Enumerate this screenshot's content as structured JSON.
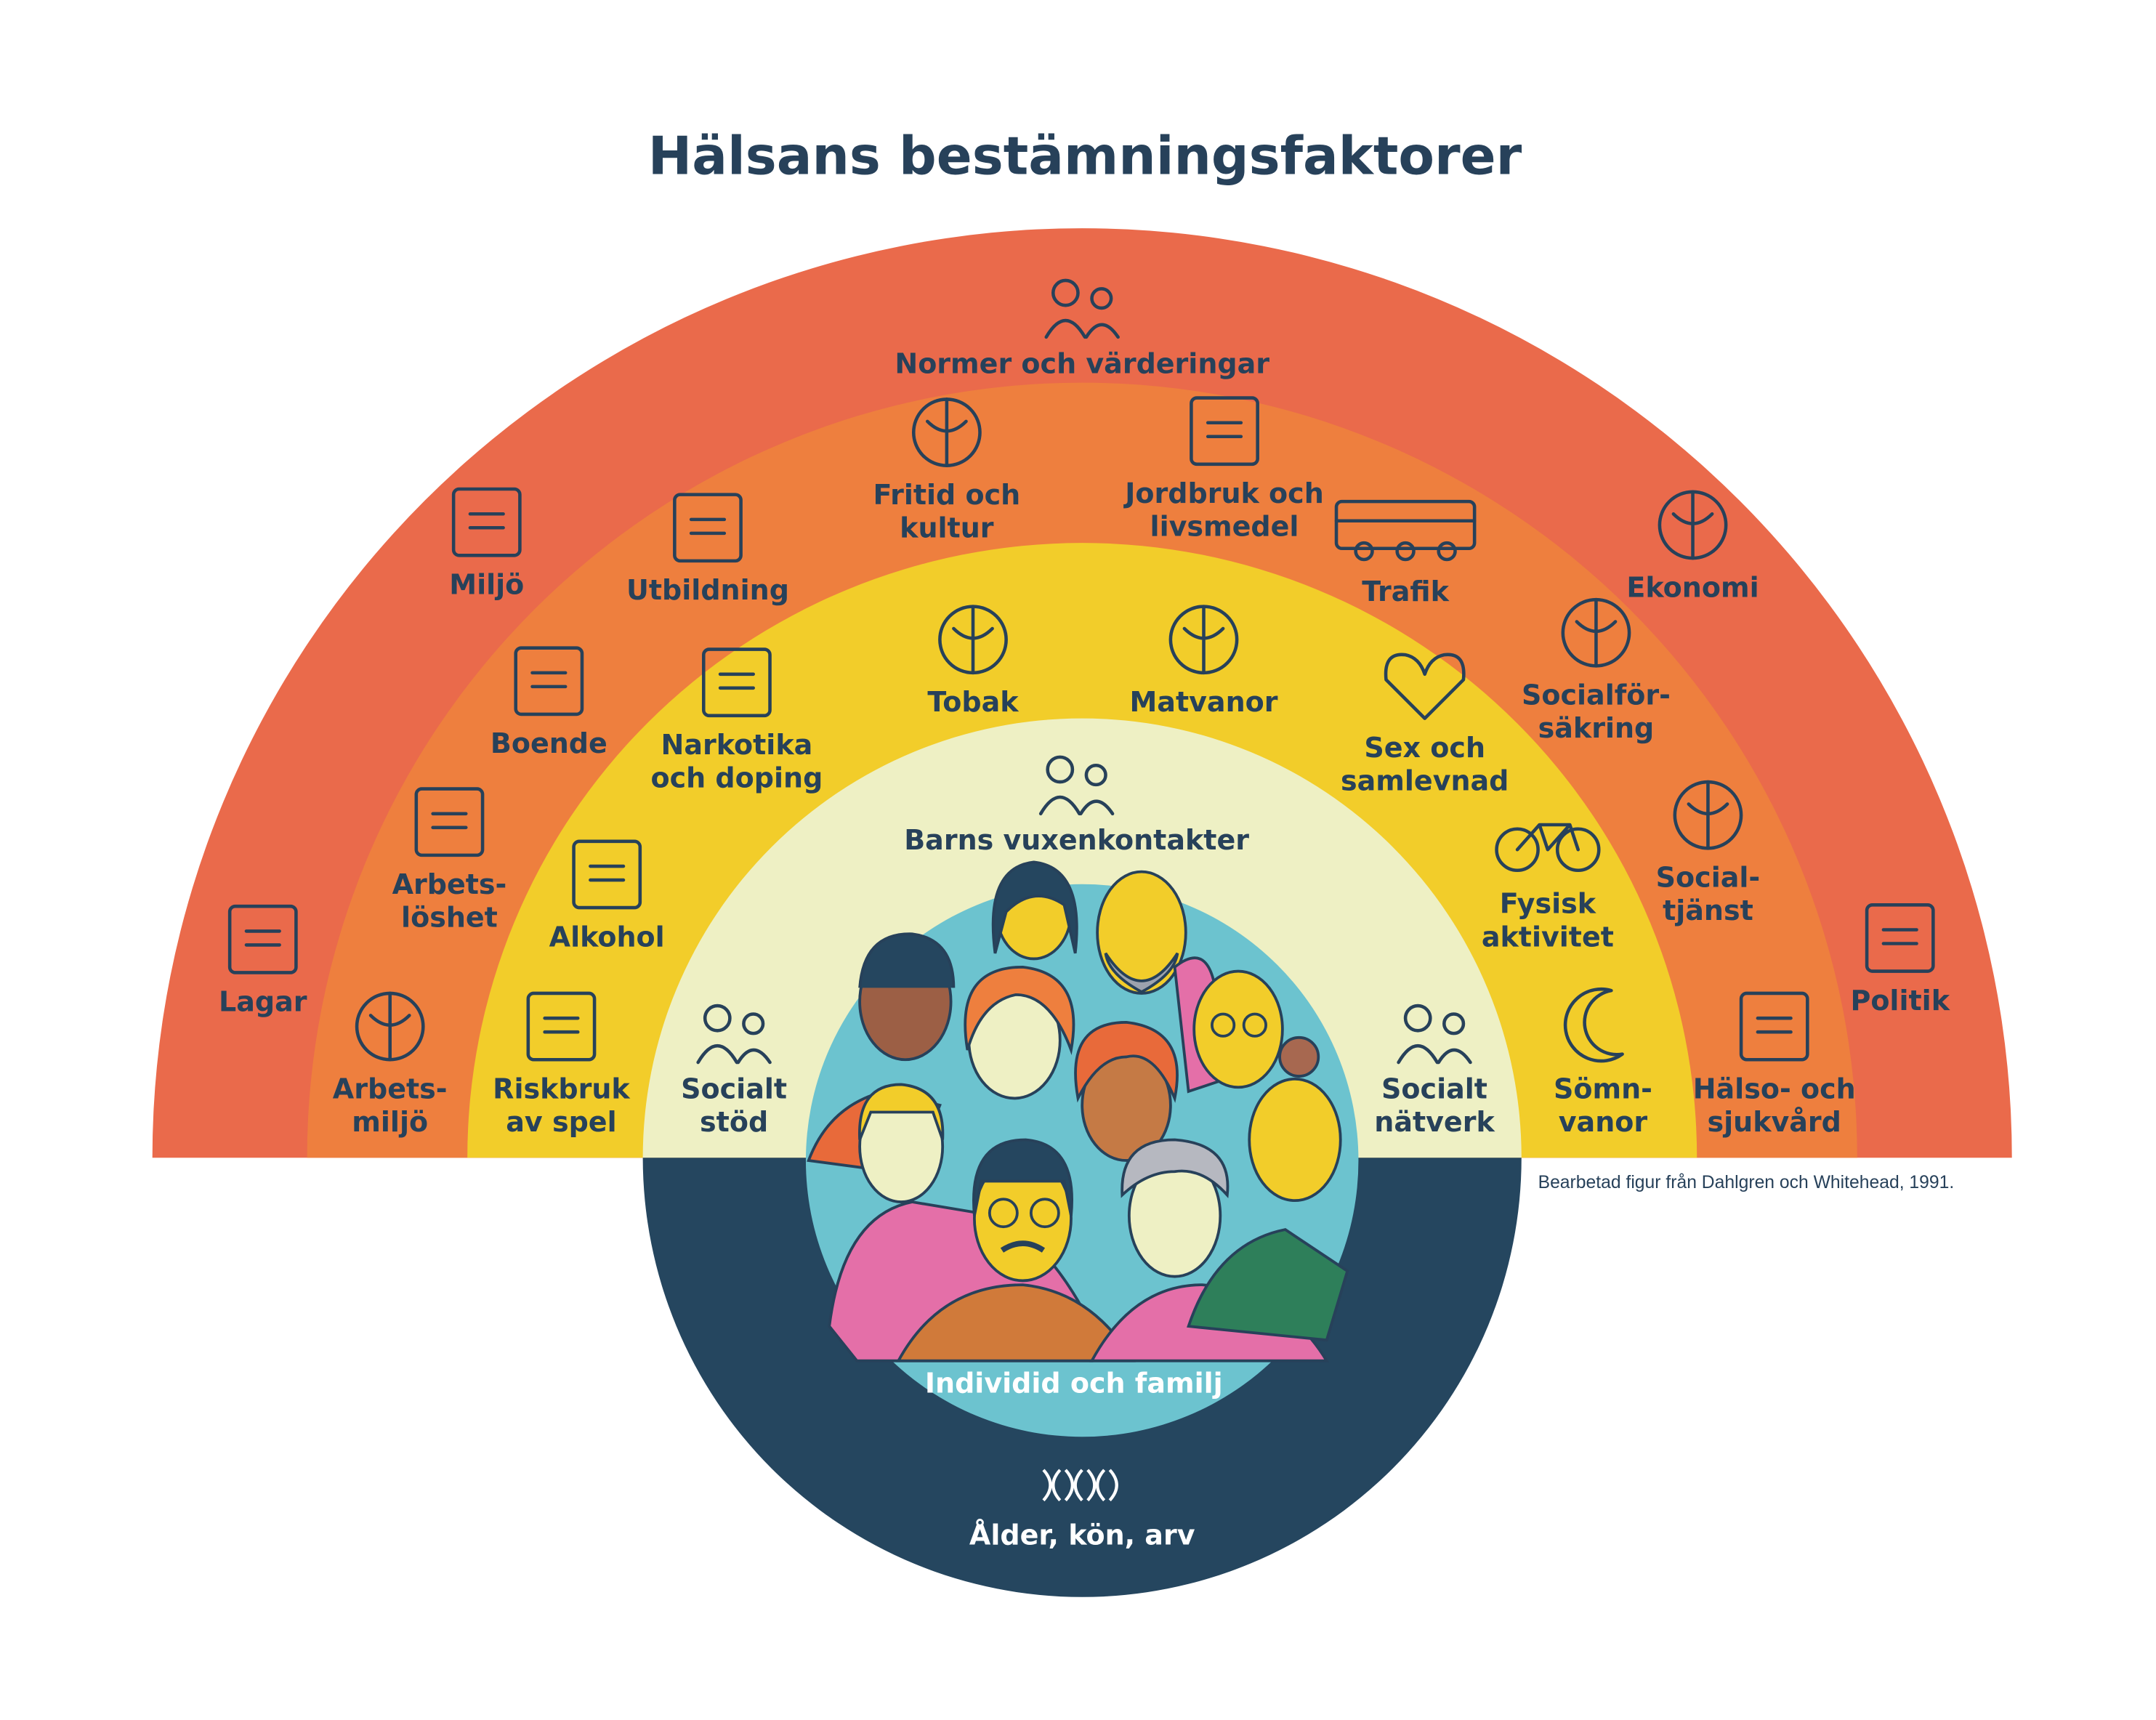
{
  "title": "Hälsans bestämningsfaktorer",
  "caption": "Bearbetad figur från Dahlgren och Whitehead, 1991.",
  "colors": {
    "outer_ring": "#EA6A4B",
    "middle_ring": "#EE7F3E",
    "inner_ring": "#F2CD2A",
    "core_ring": "#EEF0C4",
    "individual_circle": "#6CC3CF",
    "base": "#25465F",
    "text": "#27415A"
  },
  "rings": {
    "outer": [
      {
        "lines": [
          "Normer och värderingar"
        ],
        "icon": "heads-thinking-icon"
      },
      {
        "lines": [
          "Miljö"
        ],
        "icon": "leaves-icon"
      },
      {
        "lines": [
          "Ekonomi"
        ],
        "icon": "money-bag-icon"
      },
      {
        "lines": [
          "Lagar"
        ],
        "icon": "gavel-icon"
      },
      {
        "lines": [
          "Politik"
        ],
        "icon": "podium-icon"
      }
    ],
    "middle": [
      {
        "lines": [
          "Fritid och",
          "kultur"
        ],
        "icon": "yarn-ball-icon"
      },
      {
        "lines": [
          "Jordbruk och",
          "livsmedel"
        ],
        "icon": "wheat-icon"
      },
      {
        "lines": [
          "Utbildning"
        ],
        "icon": "book-pencil-icon"
      },
      {
        "lines": [
          "Trafik"
        ],
        "icon": "bus-icon"
      },
      {
        "lines": [
          "Boende"
        ],
        "icon": "houses-icon"
      },
      {
        "lines": [
          "Socialför-",
          "säkring"
        ],
        "icon": "umbrella-money-icon"
      },
      {
        "lines": [
          "Arbets-",
          "löshet"
        ],
        "icon": "cv-document-icon"
      },
      {
        "lines": [
          "Social-",
          "tjänst"
        ],
        "icon": "helm-house-icon"
      },
      {
        "lines": [
          "Arbets-",
          "miljö"
        ],
        "icon": "clock-house-icon"
      },
      {
        "lines": [
          "Hälso- och",
          "sjukvård"
        ],
        "icon": "stethoscope-icon"
      }
    ],
    "inner": [
      {
        "lines": [
          "Tobak"
        ],
        "icon": "snus-can-icon"
      },
      {
        "lines": [
          "Matvanor"
        ],
        "icon": "plate-cutlery-icon"
      },
      {
        "lines": [
          "Narkotika",
          "och doping"
        ],
        "icon": "pills-icon"
      },
      {
        "lines": [
          "Sex och",
          "samlevnad"
        ],
        "icon": "hearts-icon"
      },
      {
        "lines": [
          "Alkohol"
        ],
        "icon": "glasses-icon"
      },
      {
        "lines": [
          "Fysisk",
          "aktivitet"
        ],
        "icon": "bicycle-icon"
      },
      {
        "lines": [
          "Riskbruk",
          "av spel"
        ],
        "icon": "playing-cards-icon"
      },
      {
        "lines": [
          "Sömn-",
          "vanor"
        ],
        "icon": "moon-stars-icon"
      }
    ],
    "core": [
      {
        "lines": [
          "Barns vuxenkontakter"
        ],
        "icon": "adult-child-icon"
      },
      {
        "lines": [
          "Socialt",
          "stöd"
        ],
        "icon": "support-people-icon"
      },
      {
        "lines": [
          "Socialt",
          "nätverk"
        ],
        "icon": "network-people-icon"
      }
    ]
  },
  "center": {
    "individual_label": "Individid och familj",
    "base_label": "Ålder, kön, arv",
    "base_icon": "dna-icon"
  }
}
